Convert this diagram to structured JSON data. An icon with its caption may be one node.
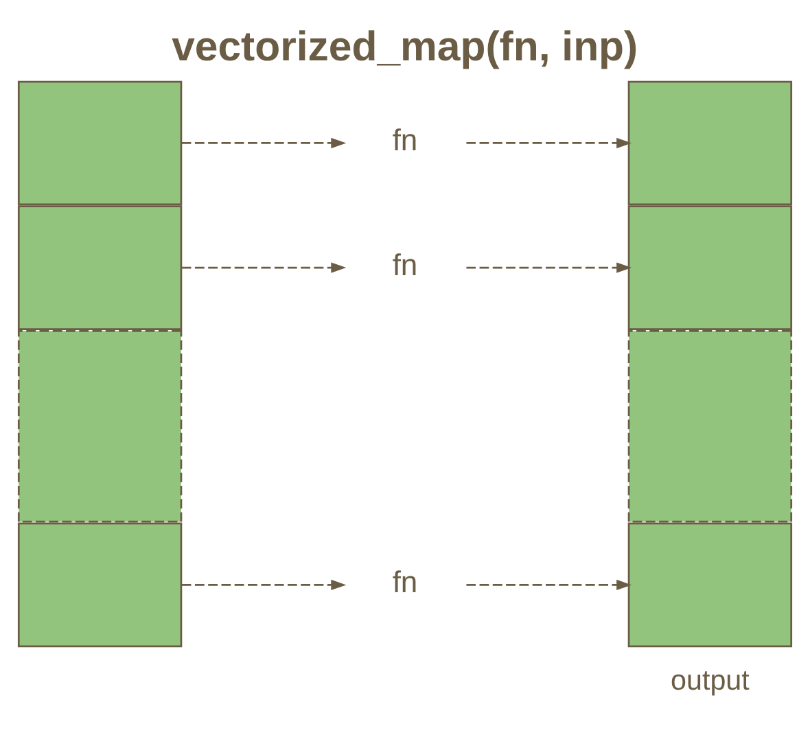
{
  "diagram": {
    "title": "vectorized_map(fn, inp)",
    "nodes": [
      {
        "text": [],
        "shape": "box"
      },
      {
        "text": [],
        "shape": "box"
      },
      {
        "text": [],
        "shape": "box"
      },
      {
        "text": [],
        "shape": "box"
      },
      {
        "text": [
          "fn"
        ]
      },
      {
        "text": [
          "fn"
        ]
      },
      {
        "text": [
          "fn"
        ]
      },
      {
        "text": [],
        "shape": "box"
      },
      {
        "text": [],
        "shape": "box"
      },
      {
        "text": [],
        "shape": "box"
      },
      {
        "text": [],
        "shape": "box"
      }
    ],
    "edges": [
      {
        "from": 0,
        "to": 4,
        "arrow": "to",
        "style": "dashed"
      },
      {
        "from": 4,
        "to": 7,
        "arrow": "to",
        "style": "dashed"
      },
      {
        "from": 1,
        "to": 5,
        "arrow": "to",
        "style": "dashed"
      },
      {
        "from": 5,
        "to": 8,
        "arrow": "to",
        "style": "dashed"
      },
      {
        "from": 3,
        "to": 6,
        "arrow": "to",
        "style": "dashed"
      },
      {
        "from": 6,
        "to": 10,
        "arrow": "to",
        "style": "dashed"
      }
    ],
    "labels": [
      "output"
    ]
  }
}
